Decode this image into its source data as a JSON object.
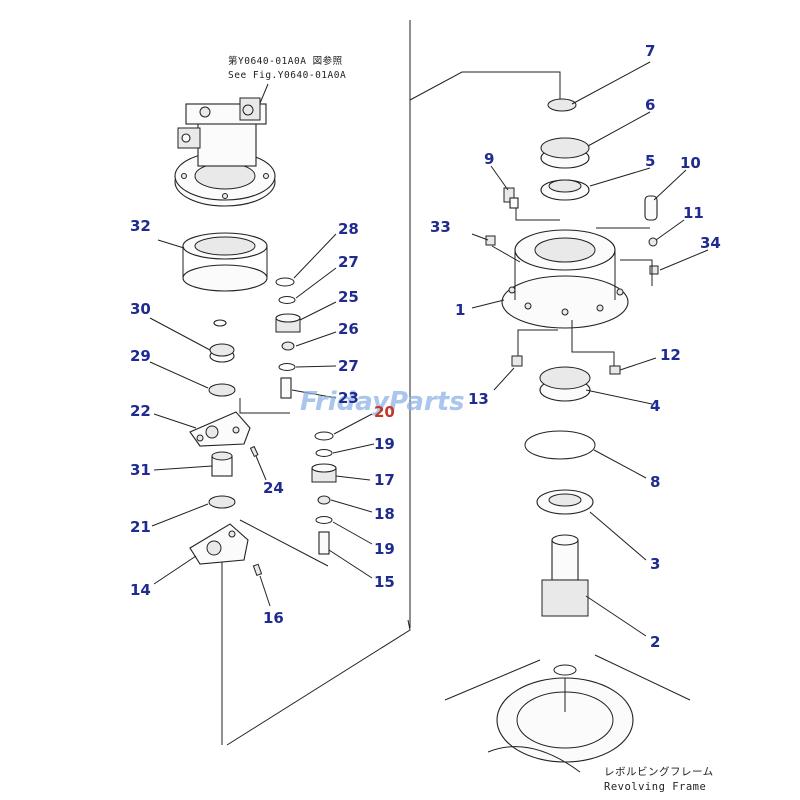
{
  "reference_note": {
    "line1": "第Y0640-01A0A 図参照",
    "line2": "See Fig.Y0640-01A0A"
  },
  "footer": {
    "line1": "レボルビングフレーム",
    "line2": "Revolving Frame"
  },
  "watermark": "FridayParts",
  "callouts": {
    "n1": "1",
    "n2": "2",
    "n3": "3",
    "n4": "4",
    "n5": "5",
    "n6": "6",
    "n7": "7",
    "n8": "8",
    "n9": "9",
    "n10": "10",
    "n11": "11",
    "n12": "12",
    "n13": "13",
    "n14": "14",
    "n15": "15",
    "n16": "16",
    "n17": "17",
    "n18": "18",
    "n19a": "19",
    "n19b": "19",
    "n20": "20",
    "n21": "21",
    "n22": "22",
    "n23": "23",
    "n24": "24",
    "n25": "25",
    "n26": "26",
    "n27a": "27",
    "n27b": "27",
    "n28": "28",
    "n29": "29",
    "n30": "30",
    "n31": "31",
    "n32": "32",
    "n33": "33",
    "n34": "34"
  },
  "colors": {
    "callout": "#1f2b8f",
    "callout_alt": "#c0392b",
    "line": "#222222",
    "watermark": "#8fb3e8"
  }
}
